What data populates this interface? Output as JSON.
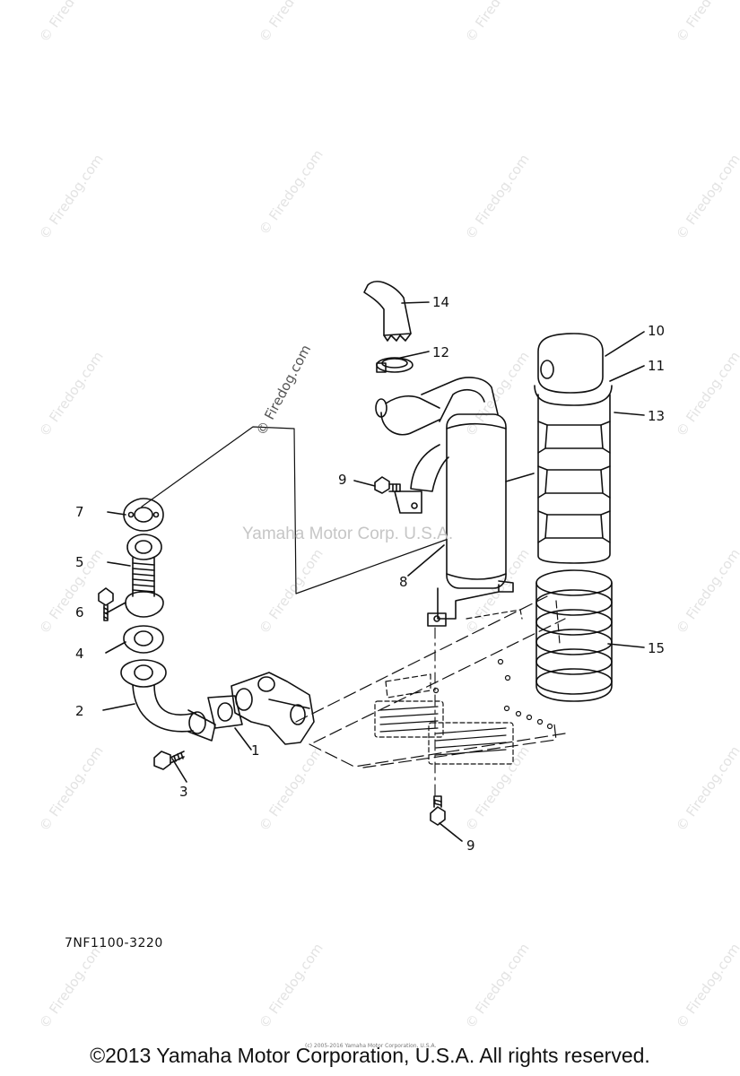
{
  "watermark": "© Firedog.com",
  "center_watermark": "Yamaha Motor Corp. U.S.A.",
  "callouts": {
    "c1": "1",
    "c2": "2",
    "c3": "3",
    "c4": "4",
    "c5": "5",
    "c6": "6",
    "c7": "7",
    "c8": "8",
    "c9a": "9",
    "c9b": "9",
    "c10": "10",
    "c11": "11",
    "c12": "12",
    "c13": "13",
    "c14": "14",
    "c15": "15"
  },
  "part_number": "7NF1100-3220",
  "tiny_copyright": "(c) 2005-2016 Yamaha Motor Corporation, U.S.A.",
  "copyright": "©2013 Yamaha Motor Corporation, U.S.A. All rights reserved."
}
